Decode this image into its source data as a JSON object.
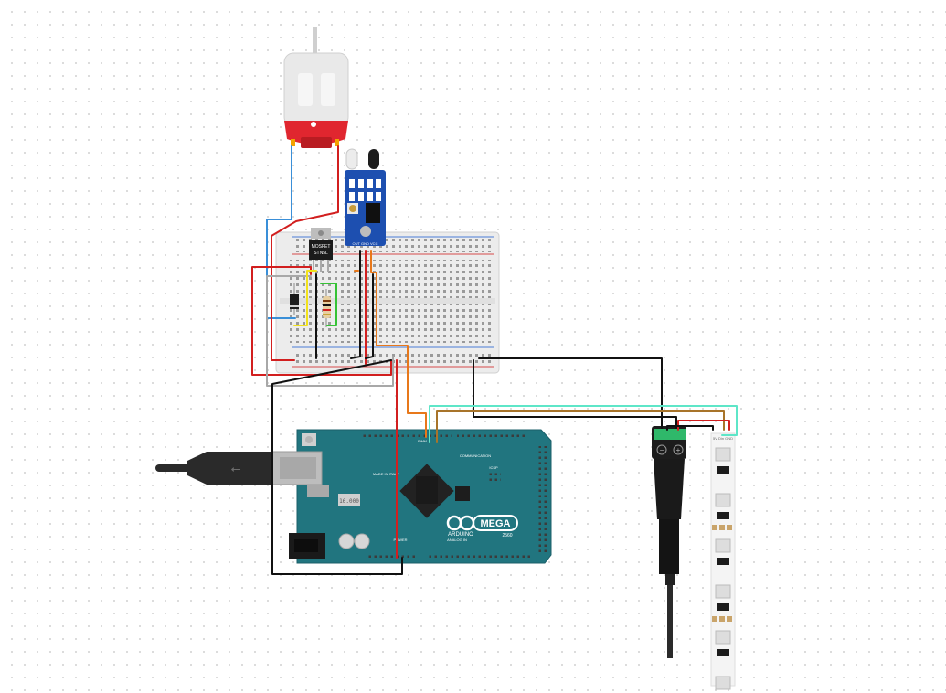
{
  "components": {
    "motor": {
      "name": "DC Motor"
    },
    "mosfet": {
      "line1": "MOSFET",
      "line2": "STN5L"
    },
    "ir_sensor": {
      "name": "IR obstacle sensor",
      "pin_label": "OUT GND VCC"
    },
    "arduino": {
      "brand": "ARDUINO",
      "model": "MEGA",
      "sub": "2560",
      "made_in": "MADE IN ITALY",
      "icsp_label": "ICSP",
      "power_label": "POWER",
      "analog_label": "ANALOG IN",
      "digital_label": "COMMUNICATION",
      "pwm_label": "PWM"
    },
    "led_strip": {
      "label": "5V Din GND"
    }
  },
  "colors": {
    "wire_red": "#d21f1f",
    "wire_black": "#111111",
    "wire_blue": "#3a8fd8",
    "wire_yellow": "#f2e21b",
    "wire_green": "#35c235",
    "wire_orange": "#e8781a",
    "wire_teal": "#5ee6c8",
    "wire_brown": "#a8742a",
    "wire_grey": "#a8a8a8",
    "arduino_board": "#21757f",
    "ir_board": "#1d4fb0",
    "breadboard": "#ececec"
  }
}
